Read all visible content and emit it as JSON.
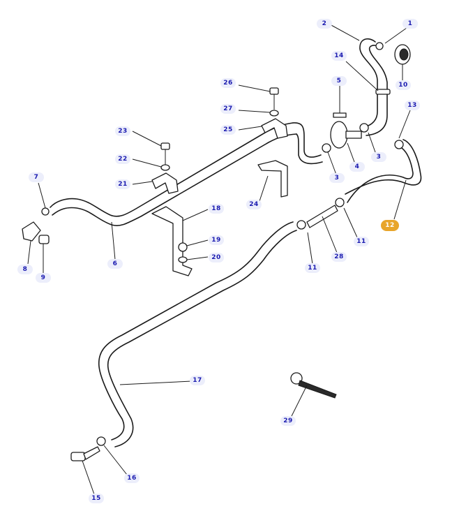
{
  "diagram": {
    "title": "Hose assembly exploded parts diagram",
    "highlight_color": "#e8a52a",
    "callout_color": "#1a1ab0",
    "selected_callout": "12",
    "callouts": [
      {
        "id": "c1",
        "label": "1"
      },
      {
        "id": "c2",
        "label": "2"
      },
      {
        "id": "c3a",
        "label": "3"
      },
      {
        "id": "c3b",
        "label": "3"
      },
      {
        "id": "c4",
        "label": "4"
      },
      {
        "id": "c5",
        "label": "5"
      },
      {
        "id": "c6",
        "label": "6"
      },
      {
        "id": "c7",
        "label": "7"
      },
      {
        "id": "c8",
        "label": "8"
      },
      {
        "id": "c9",
        "label": "9"
      },
      {
        "id": "c10",
        "label": "10"
      },
      {
        "id": "c11a",
        "label": "11"
      },
      {
        "id": "c11b",
        "label": "11"
      },
      {
        "id": "c12",
        "label": "12"
      },
      {
        "id": "c13",
        "label": "13"
      },
      {
        "id": "c14",
        "label": "14"
      },
      {
        "id": "c15",
        "label": "15"
      },
      {
        "id": "c16",
        "label": "16"
      },
      {
        "id": "c17",
        "label": "17"
      },
      {
        "id": "c18",
        "label": "18"
      },
      {
        "id": "c19",
        "label": "19"
      },
      {
        "id": "c20",
        "label": "20"
      },
      {
        "id": "c21",
        "label": "21"
      },
      {
        "id": "c22",
        "label": "22"
      },
      {
        "id": "c23",
        "label": "23"
      },
      {
        "id": "c24",
        "label": "24"
      },
      {
        "id": "c25",
        "label": "25"
      },
      {
        "id": "c26",
        "label": "26"
      },
      {
        "id": "c27",
        "label": "27"
      },
      {
        "id": "c28",
        "label": "28"
      },
      {
        "id": "c29",
        "label": "29"
      }
    ]
  }
}
